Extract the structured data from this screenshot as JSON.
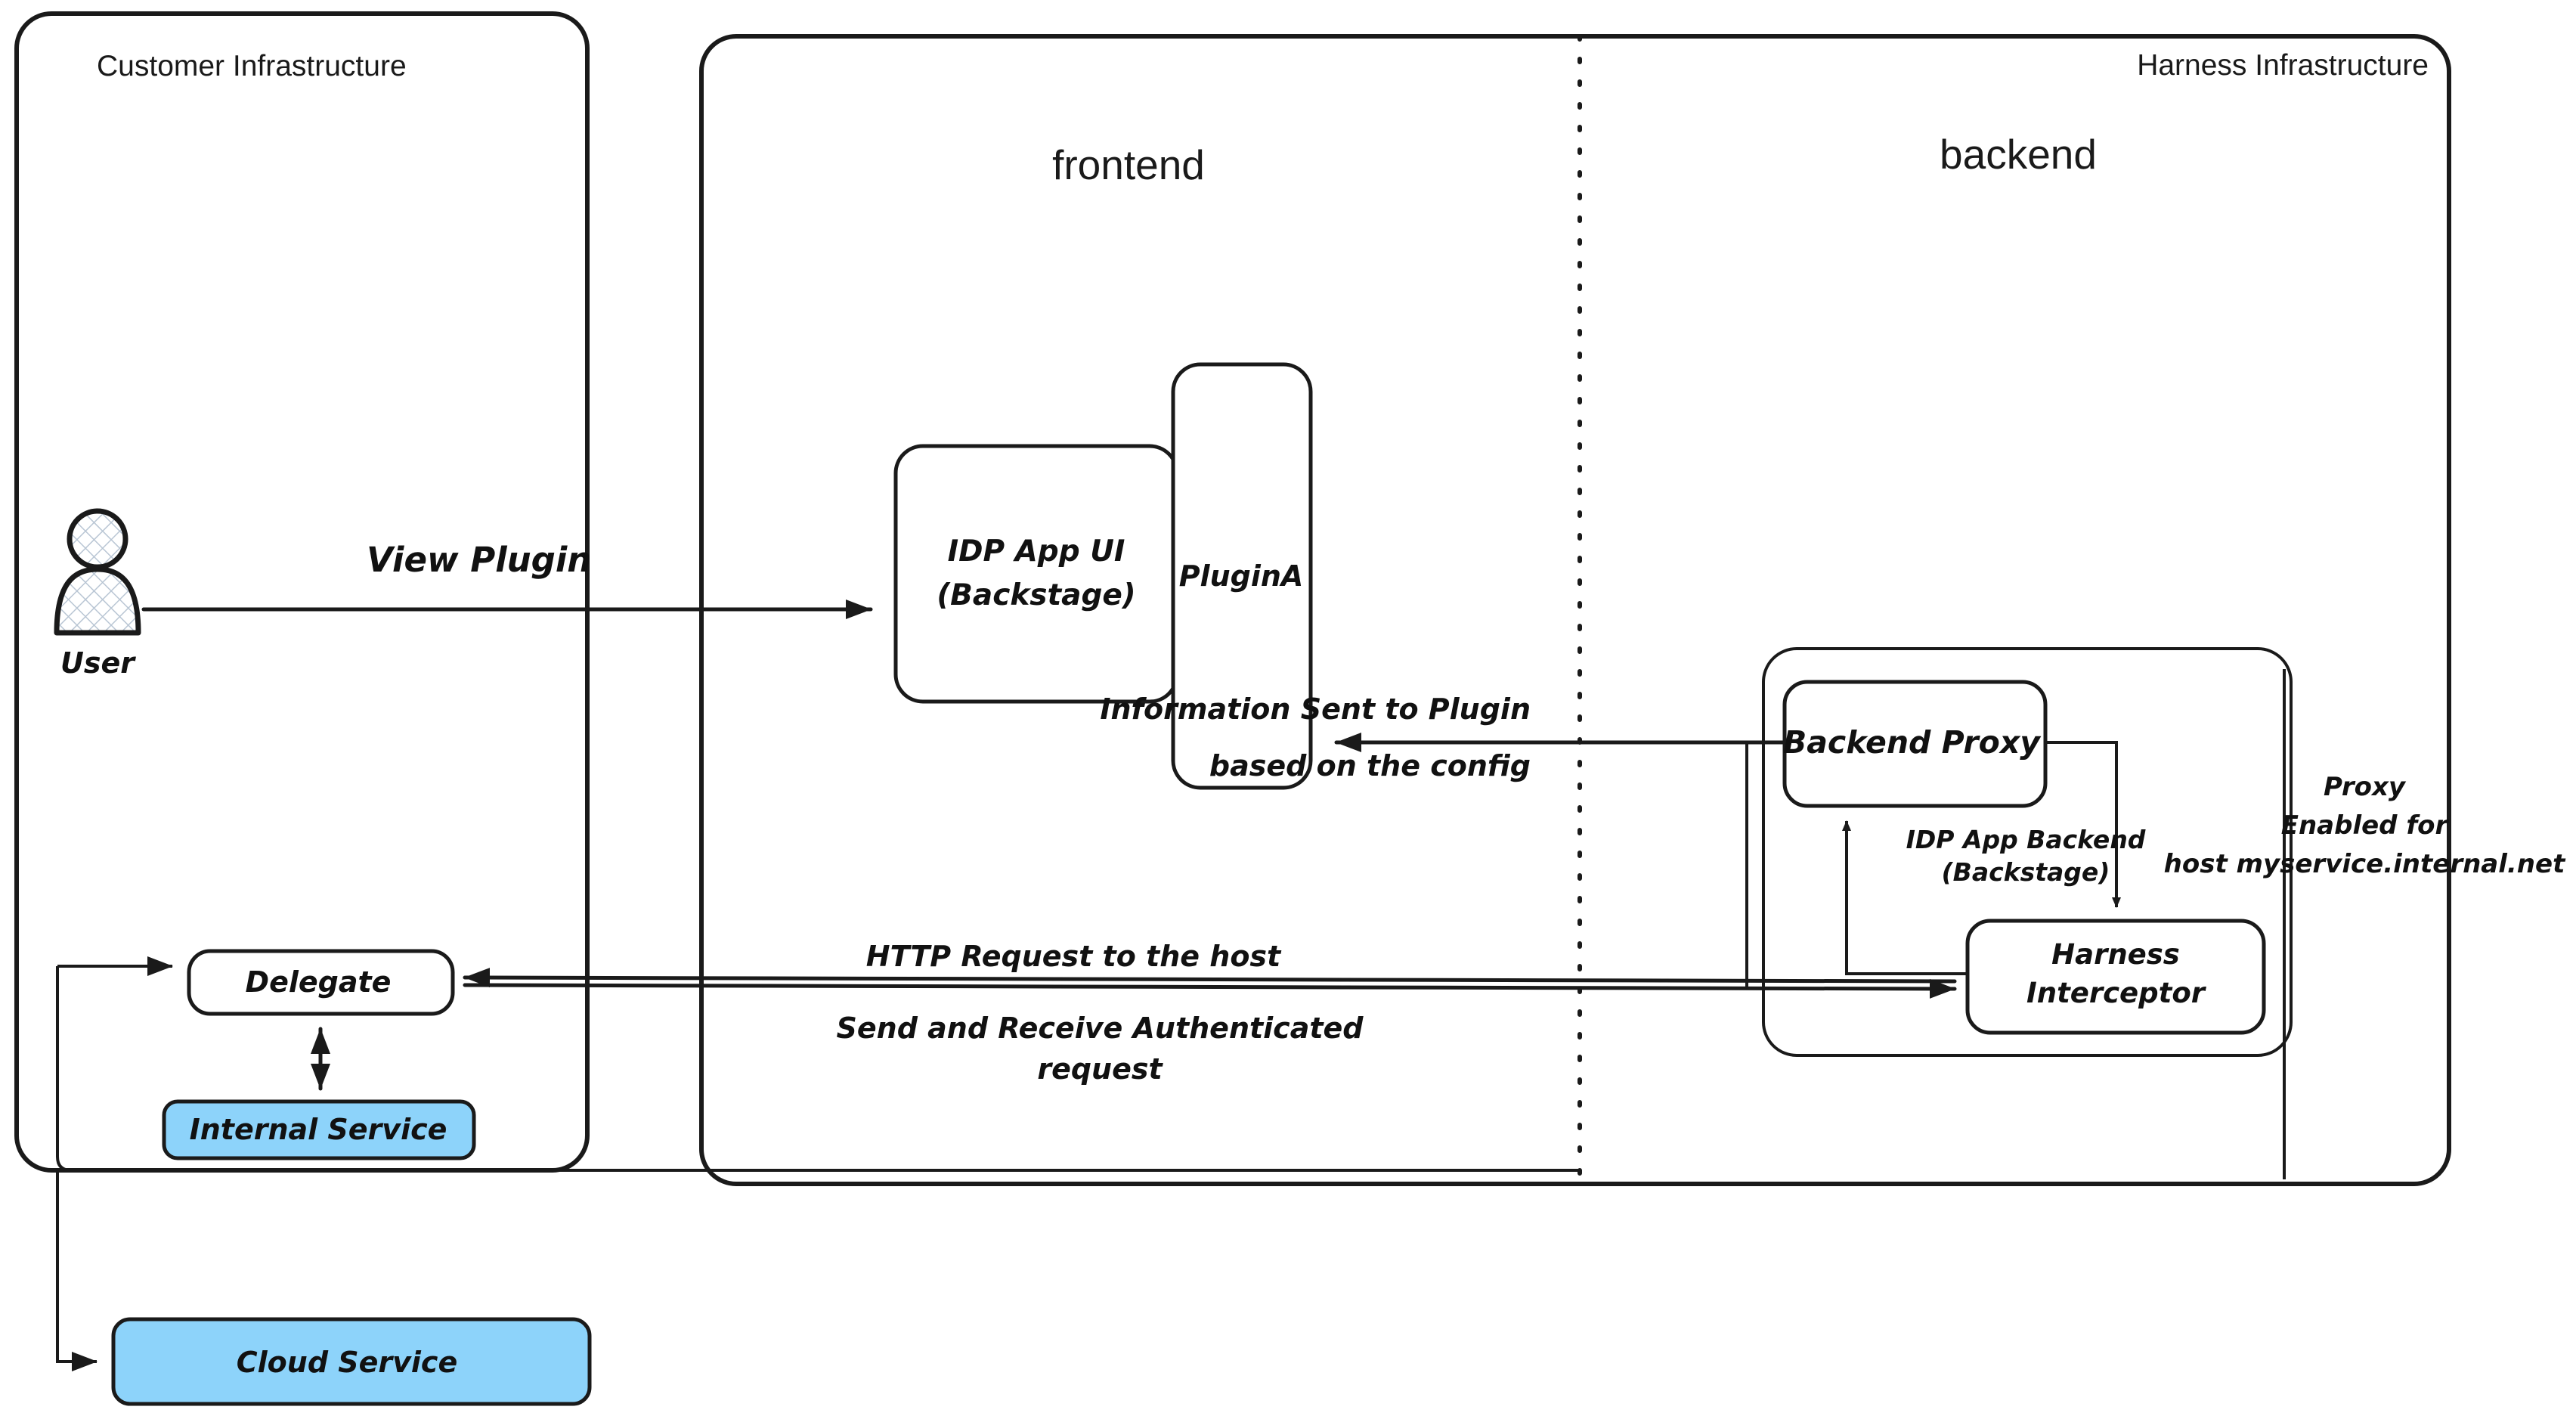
{
  "diagram": {
    "title": "Harness IDP Plugin Proxy Architecture",
    "colors": {
      "stroke": "#1a1a1a",
      "background": "#ffffff",
      "service_fill": "#8DD3FA"
    },
    "containers": {
      "customer_infrastructure": {
        "label": "Customer Infrastructure"
      },
      "harness_infrastructure": {
        "label": "Harness Infrastructure"
      },
      "frontend": {
        "label": "frontend"
      },
      "backend": {
        "label": "backend"
      },
      "idp_app_backend": {
        "label_line1": "IDP App Backend",
        "label_line2": "(Backstage)"
      }
    },
    "nodes": {
      "user": {
        "label": "User"
      },
      "idp_app_ui": {
        "label_line1": "IDP App UI",
        "label_line2": "(Backstage)"
      },
      "plugin_a": {
        "label": "PluginA"
      },
      "backend_proxy": {
        "label": "Backend Proxy"
      },
      "harness_interceptor": {
        "label_line1": "Harness",
        "label_line2": "Interceptor"
      },
      "delegate": {
        "label": "Delegate"
      },
      "internal_service": {
        "label": "Internal Service"
      },
      "cloud_service": {
        "label": "Cloud Service"
      }
    },
    "edges": {
      "view_plugin": {
        "label": "View Plugin"
      },
      "information_sent": {
        "label_line1": "Information Sent to Plugin",
        "label_line2": "based on the config"
      },
      "http_request": {
        "label": "HTTP Request to the host"
      },
      "authenticated_request": {
        "label_line1": "Send and Receive Authenticated",
        "label_line2": "request"
      },
      "proxy_enabled": {
        "label_line1": "Proxy",
        "label_line2": "Enabled for",
        "label_line3": "host myservice.internal.net"
      }
    }
  }
}
